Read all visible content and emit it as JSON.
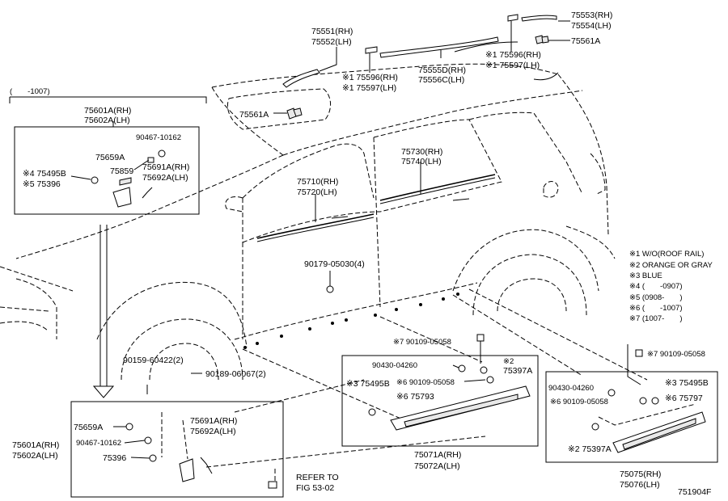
{
  "labels": {
    "roof_rail_rh": "75551(RH)",
    "roof_rail_lh": "75552(LH)",
    "rear_end_rh": "75553(RH)",
    "rear_end_lh": "75554(LH)",
    "clip_75561a_top": "75561A",
    "clip_75561a_mid": "75561A",
    "center_rh": "75555D(RH)",
    "center_lh": "75556C(LH)",
    "front_cover_rh": "※1 75596(RH)",
    "front_cover_lh": "※1 75597(LH)",
    "rear_cover_rh": "※1 75596(RH)",
    "rear_cover_lh": "※1 75597(LH)",
    "date_range_top": "(　　-1007)",
    "fender_rh_top": "75601A(RH)",
    "fender_lh_top": "75602A(LH)",
    "clip_90467_top": "90467-10162",
    "clip_75659a_top": "75659A",
    "clip_75691a_top": "75691A(RH)",
    "clip_75692a_top": "75692A(LH)",
    "clip_75859": "75859",
    "clip_75495b_top": "※4 75495B",
    "clip_75396_top": "※5 75396",
    "rear_door_rh": "75730(RH)",
    "rear_door_lh": "75740(LH)",
    "front_door_rh": "75710(RH)",
    "front_door_lh": "75720(LH)",
    "screw_90179": "90179-05030(4)",
    "screw_90159": "90159-60422(2)",
    "screw_90189": "90189-06067(2)",
    "fender_rh_bot": "75601A(RH)",
    "fender_lh_bot": "75602A(LH)",
    "clip_75659a_bot": "75659A",
    "clip_90467_bot": "90467-10162",
    "clip_75396_bot": "75396",
    "clip_75691a_bot": "75691A(RH)",
    "clip_75692a_bot": "75692A(LH)",
    "refer_to": "REFER TO",
    "refer_fig": "FIG 53-02",
    "clip_90109_top_mid": "※7 90109-05058",
    "clip_90430_mid": "90430-04260",
    "clip_75397a_mid_note": "※2",
    "clip_75397a_mid": "75397A",
    "clip_75495b_mid": "※3 75495B",
    "clip_90109_mid": "※6 90109-05058",
    "clip_75793": "※6 75793",
    "rocker_rh": "75071A(RH)",
    "rocker_lh": "75072A(LH)",
    "clip_90109_top_right": "※7 90109-05058",
    "clip_90430_right": "90430-04260",
    "clip_75495b_right": "※3 75495B",
    "clip_90109_right": "※6 90109-05058",
    "clip_75797": "※6 75797",
    "clip_75397a_right": "※2 75397A",
    "quarter_rh": "75075(RH)",
    "quarter_lh": "75076(LH)",
    "figure_id": "751904F"
  },
  "notes": [
    "※1 W/O(ROOF RAIL)",
    "※2 ORANGE OR GRAY",
    "※3 BLUE",
    "※4 (　　-0907)",
    "※5 (0908-　　)",
    "※6 (　　-1007)",
    "※7 (1007-　　)"
  ]
}
